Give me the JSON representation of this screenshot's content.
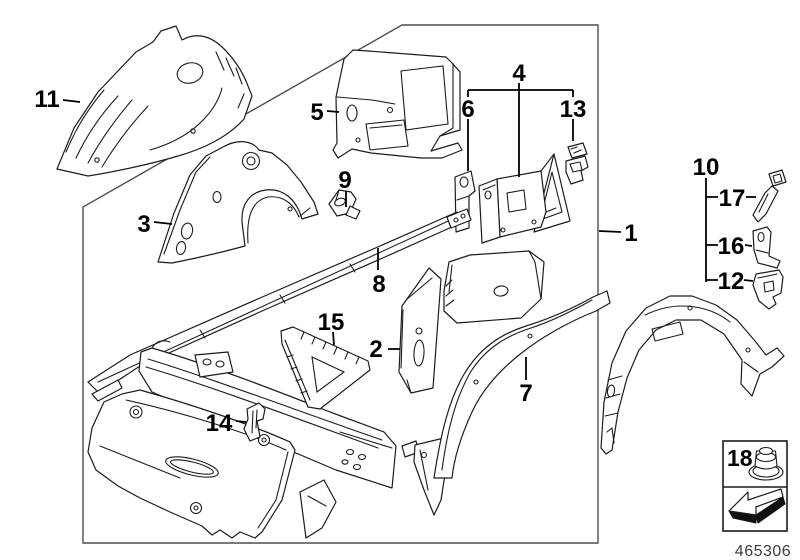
{
  "diagram_type": "exploded-parts-diagram",
  "callouts": {
    "c1": "1",
    "c2": "2",
    "c3": "3",
    "c4": "4",
    "c5": "5",
    "c6": "6",
    "c7": "7",
    "c8": "8",
    "c9": "9",
    "c10": "10",
    "c11": "11",
    "c12": "12",
    "c13": "13",
    "c14": "14",
    "c15": "15",
    "c16": "16",
    "c17": "17"
  },
  "legend": {
    "number": "18",
    "icons": [
      "flange-nut-icon",
      "direction-arrow-icon"
    ]
  },
  "part_number": "465306",
  "colors": {
    "background": "#ffffff",
    "line": "#1c1c1c",
    "frame_border": "#4f4f4f",
    "label_text": "#000000",
    "part_number_text": "#3d3d3d"
  }
}
